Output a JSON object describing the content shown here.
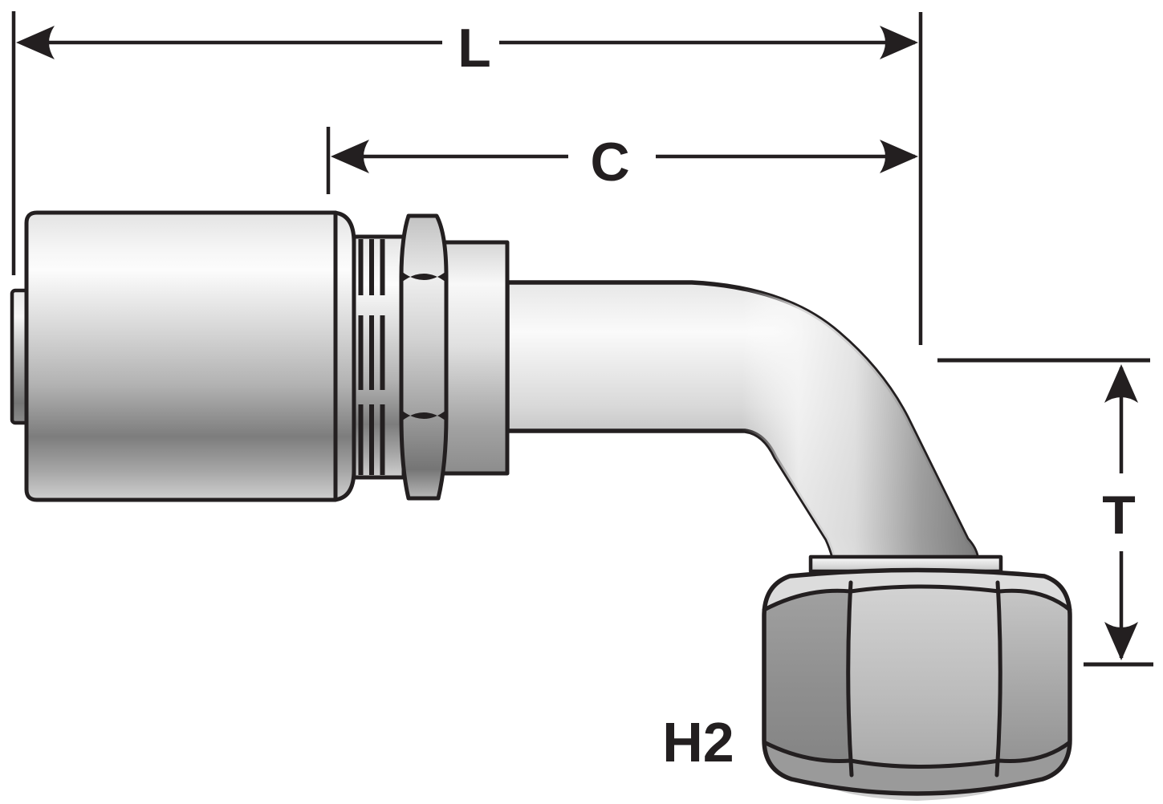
{
  "diagram": {
    "labels": {
      "dim_l": "L",
      "dim_c": "C",
      "dim_t": "T",
      "part": "H2"
    },
    "colors": {
      "line": "#231f20",
      "background": "#ffffff",
      "label_text": "#231f20",
      "metal_highlight": "#fbfbfb",
      "metal_midtone": "#c6c6c6",
      "metal_shadow": "#7b7b7b"
    }
  }
}
